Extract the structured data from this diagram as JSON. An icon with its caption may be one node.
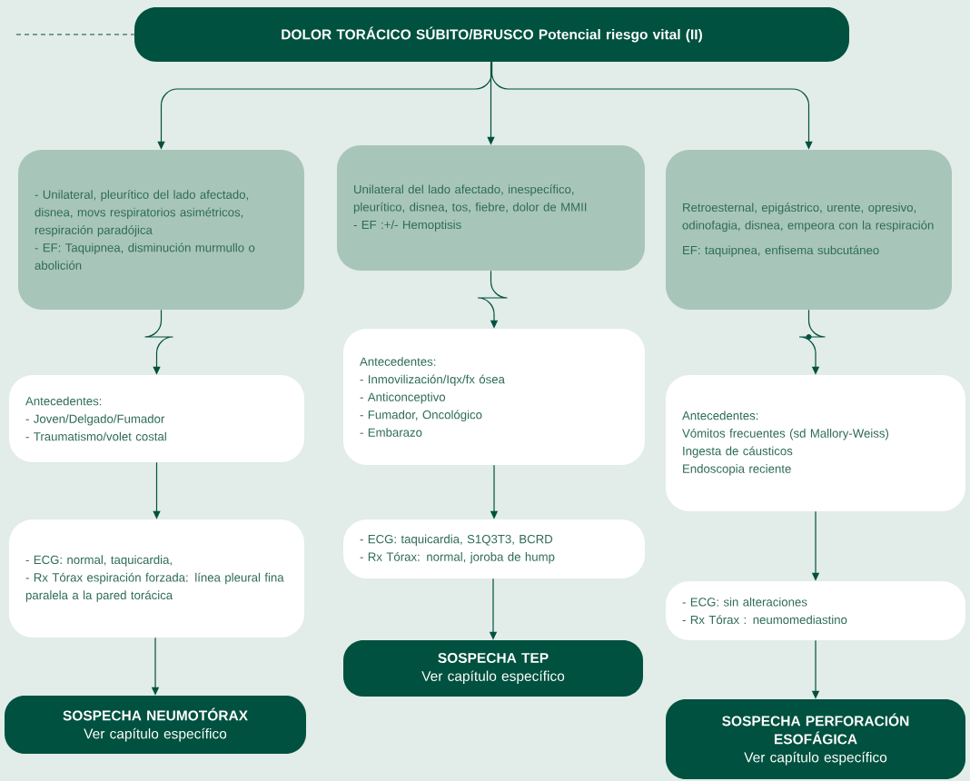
{
  "diagram": {
    "nodes": [
      {
        "text": [
          "DOLOR TORÁCICO SÚBITO/BRUSCO Potencial riesgo vital (II)"
        ]
      },
      {
        "text": [
          "- Unilateral, pleurítico del lado afectado, disnea, movs respiratorios asimétricos, respiración paradójica",
          "- EF: Taquipnea, disminución murmullo o abolición"
        ]
      },
      {
        "text": [
          "Unilateral del lado afectado, inespecífico, pleurítico, disnea, tos, fiebre, dolor de MMII",
          "- EF :+/- Hemoptisis"
        ]
      },
      {
        "text": [
          "Retroesternal, epigástrico, urente, opresivo, odinofagia, disnea, empeora con la respiración",
          "EF: taquipnea, enfisema subcutáneo"
        ]
      },
      {
        "text": [
          "Antecedentes:",
          "- Joven/Delgado/Fumador",
          "- Traumatismo/volet costal"
        ]
      },
      {
        "text": [
          "Antecedentes:",
          "- Inmovilización/Iqx/fx ósea",
          "- Anticonceptivo",
          "- Fumador, Oncológico",
          "- Embarazo"
        ]
      },
      {
        "text": [
          "Antecedentes:",
          "Vómitos frecuentes (sd Mallory-Weiss)",
          "Ingesta de cáusticos",
          "Endoscopia reciente"
        ]
      },
      {
        "text": [
          "- ECG: normal, taquicardia,",
          "- Rx Tórax espiración forzada: línea pleural fina paralela a la pared torácica"
        ]
      },
      {
        "text": [
          "- ECG: taquicardia, S1Q3T3, BCRD",
          "- Rx Tórax: normal, joroba de hump"
        ]
      },
      {
        "text": [
          "- ECG: sin alteraciones",
          "- Rx Tórax : neumomediastino"
        ]
      },
      {
        "text": [
          "SOSPECHA NEUMOTÓRAX",
          "Ver capítulo específico"
        ]
      },
      {
        "text": [
          "SOSPECHA TEP",
          "Ver capítulo específico"
        ]
      },
      {
        "text": [
          "SOSPECHA PERFORACIÓN ESOFÁGICA",
          "Ver capítulo específico"
        ]
      }
    ],
    "edges": [
      {
        "from": null,
        "to": 0,
        "arrow": "none",
        "style": "dashed"
      },
      {
        "from": 0,
        "to": 1,
        "arrow": "to"
      },
      {
        "from": 0,
        "to": 2,
        "arrow": "to"
      },
      {
        "from": 0,
        "to": 3,
        "arrow": "to"
      },
      {
        "from": 1,
        "to": 4,
        "arrow": "to"
      },
      {
        "from": 4,
        "to": 7,
        "arrow": "to"
      },
      {
        "from": 7,
        "to": 10,
        "arrow": "to"
      },
      {
        "from": 2,
        "to": 5,
        "arrow": "to"
      },
      {
        "from": 5,
        "to": 8,
        "arrow": "to"
      },
      {
        "from": 8,
        "to": 11,
        "arrow": "to"
      },
      {
        "from": 3,
        "to": 6,
        "arrow": "to"
      },
      {
        "from": 6,
        "to": 9,
        "arrow": "to"
      },
      {
        "from": 9,
        "to": 12,
        "arrow": "to"
      }
    ]
  }
}
